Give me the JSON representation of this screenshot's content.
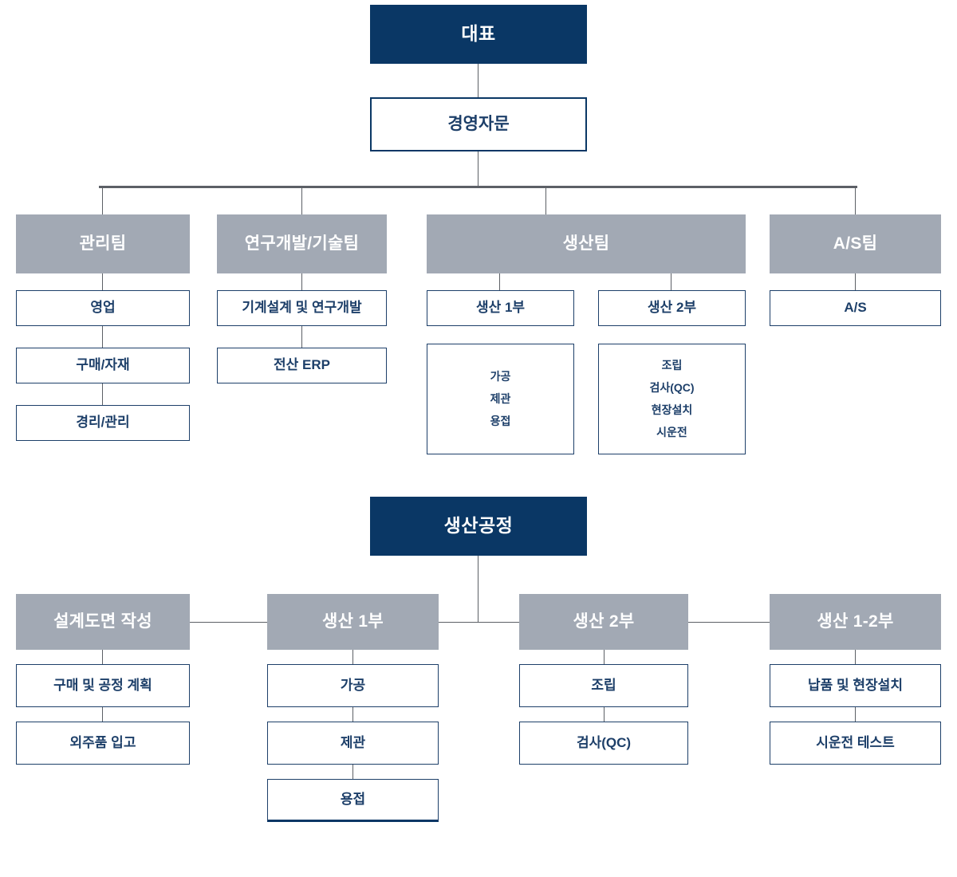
{
  "colors": {
    "root_fill": "#0a3765",
    "group_fill": "#a2a9b4",
    "box_border": "#1d3f69",
    "box_text": "#1d3f69",
    "connector": "#5c6066",
    "page_bg": "#ffffff"
  },
  "org_chart": {
    "root": {
      "label": "대표"
    },
    "advisor": {
      "label": "경영자문"
    },
    "teams": [
      {
        "header": "관리팀",
        "children": [
          {
            "label": "영업"
          },
          {
            "label": "구매/자재"
          },
          {
            "label": "경리/관리"
          }
        ]
      },
      {
        "header": "연구개발/기술팀",
        "children": [
          {
            "label": "기계설계 및 연구개발"
          },
          {
            "label": "전산 ERP"
          }
        ]
      },
      {
        "header": "생산팀",
        "subunits": [
          {
            "label": "생산 1부",
            "tasks": [
              "가공",
              "제관",
              "용접"
            ]
          },
          {
            "label": "생산 2부",
            "tasks": [
              "조립",
              "검사(QC)",
              "현장설치",
              "시운전"
            ]
          }
        ]
      },
      {
        "header": "A/S팀",
        "children": [
          {
            "label": "A/S"
          }
        ]
      }
    ]
  },
  "process_chart": {
    "root": {
      "label": "생산공정"
    },
    "stages": [
      {
        "header": "설계도면 작성",
        "steps": [
          "구매 및 공정 계획",
          "외주품 입고"
        ]
      },
      {
        "header": "생산 1부",
        "steps": [
          "가공",
          "제관",
          "용접"
        ]
      },
      {
        "header": "생산 2부",
        "steps": [
          "조립",
          "검사(QC)"
        ]
      },
      {
        "header": "생산 1-2부",
        "steps": [
          "납품 및 현장설치",
          "시운전 테스트"
        ]
      }
    ]
  }
}
